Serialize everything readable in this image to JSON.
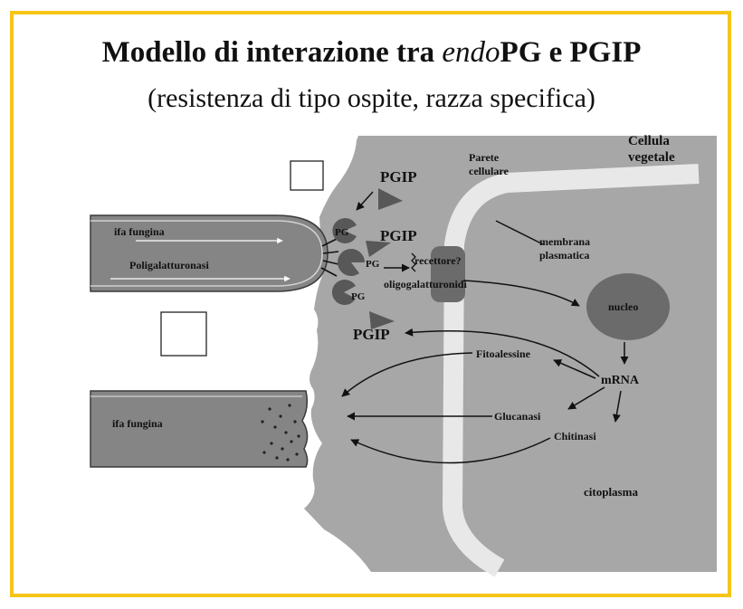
{
  "title": {
    "part1": "Modello di interazione tra ",
    "part2_italic": "endo",
    "part3": "PG e PGIP"
  },
  "subtitle": "(resistenza di tipo ospite, razza specifica)",
  "colors": {
    "frame": "#f5c518",
    "cell": "#a7a7a7",
    "wall": "#e8e8e8",
    "hypha": "#858585",
    "nucleus": "#6b6b6b",
    "protein": "#585858"
  },
  "diagram": {
    "labels": {
      "cellula_vegetale_1": "Cellula",
      "cellula_vegetale_2": "vegetale",
      "parete_1": "Parete",
      "parete_2": "cellulare",
      "membrana_1": "membrana",
      "membrana_2": "plasmatica",
      "nucleo": "nucleo",
      "mrna": "mRNA",
      "fitoalessine": "Fitoalessine",
      "glucanasi": "Glucanasi",
      "chitinasi": "Chitinasi",
      "citoplasma": "citoplasma",
      "ifa_fungina_top": "ifa fungina",
      "poligalatturonasi": "Poligalatturonasi",
      "ifa_fungina_bottom": "ifa fungina",
      "pgip_1": "PGIP",
      "pgip_2": "PGIP",
      "pgip_3": "PGIP",
      "pg_1": "PG",
      "pg_2": "PG",
      "pg_3": "PG",
      "recettore": "recettore?",
      "oligogalatturonidi": "oligogalatturonidi"
    }
  }
}
